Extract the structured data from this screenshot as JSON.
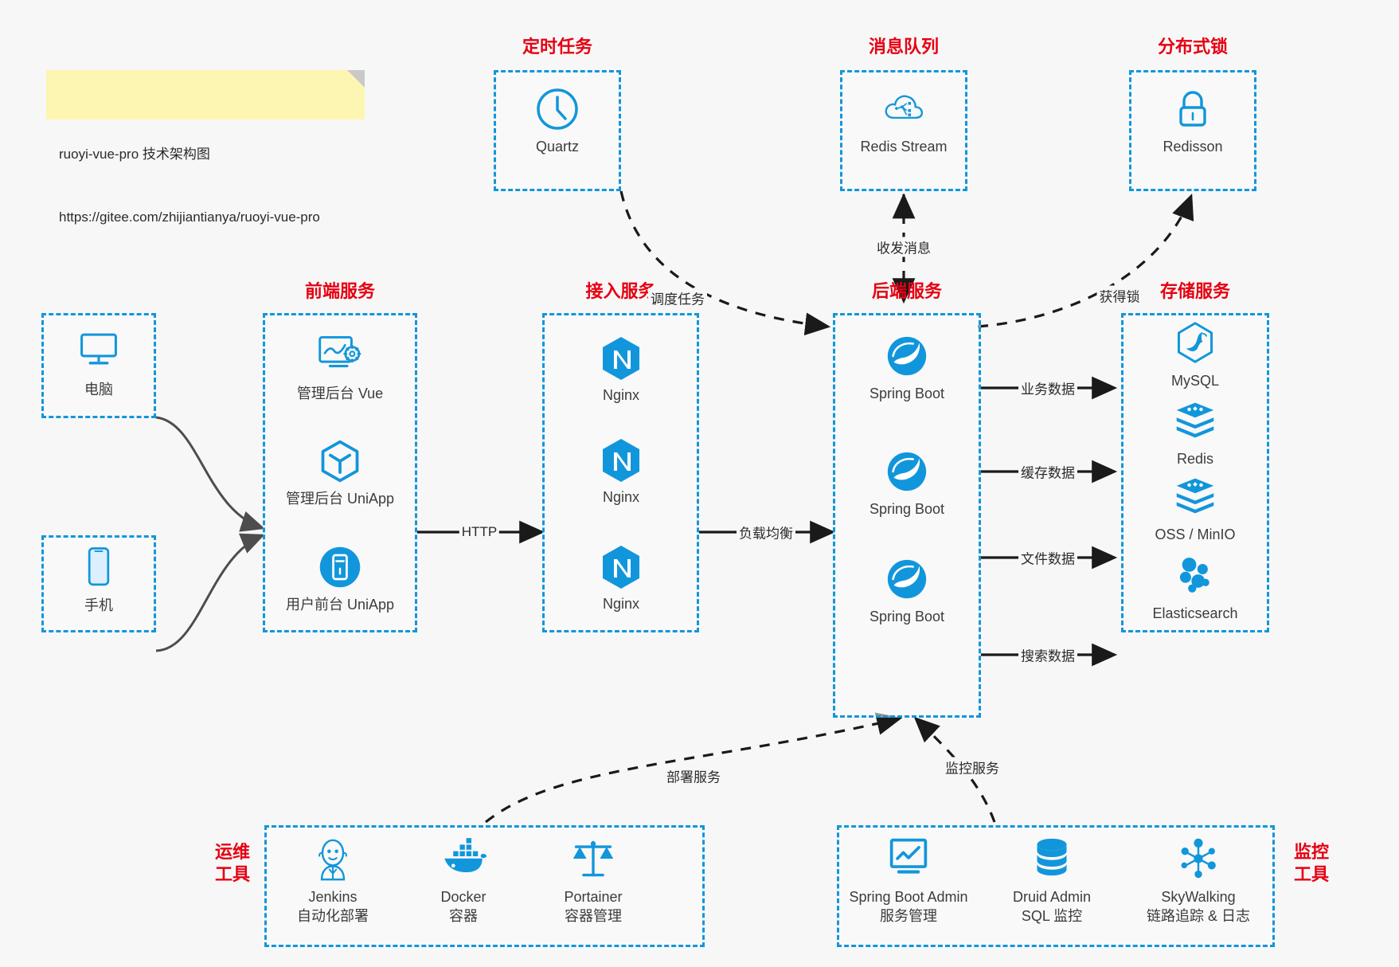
{
  "note": {
    "line1": "ruoyi-vue-pro 技术架构图",
    "line2": "https://gitee.com/zhijiantianya/ruoyi-vue-pro"
  },
  "colors": {
    "accent_blue": "#1296db",
    "group_title_red": "#e60012",
    "background": "#f7f7f7",
    "note_yellow": "#fdf6b2",
    "edge_gray": "#4d4d4d",
    "edge_black": "#1a1a1a"
  },
  "groups": {
    "scheduled_task": {
      "title": "定时任务"
    },
    "message_queue": {
      "title": "消息队列"
    },
    "distributed_lock": {
      "title": "分布式锁"
    },
    "frontend_service": {
      "title": "前端服务"
    },
    "access_service": {
      "title": "接入服务"
    },
    "backend_service": {
      "title": "后端服务"
    },
    "storage_service": {
      "title": "存储服务"
    },
    "devops_tools": {
      "title": "运维\n工具"
    },
    "monitor_tools": {
      "title": "监控\n工具"
    }
  },
  "nodes": {
    "computer": {
      "label": "电脑",
      "icon": "monitor-icon"
    },
    "phone": {
      "label": "手机",
      "icon": "smartphone-icon"
    },
    "quartz": {
      "label": "Quartz",
      "icon": "clock-icon"
    },
    "redis_stream": {
      "label": "Redis Stream",
      "icon": "cloud-stream-icon"
    },
    "redisson": {
      "label": "Redisson",
      "icon": "lock-icon"
    },
    "admin_vue": {
      "label": "管理后台 Vue",
      "icon": "dashboard-gear-icon"
    },
    "admin_uniapp": {
      "label": "管理后台 UniApp",
      "icon": "cube-icon"
    },
    "user_uniapp": {
      "label": "用户前台 UniApp",
      "icon": "mobile-round-icon"
    },
    "nginx1": {
      "label": "Nginx",
      "icon": "nginx-icon"
    },
    "nginx2": {
      "label": "Nginx",
      "icon": "nginx-icon"
    },
    "nginx3": {
      "label": "Nginx",
      "icon": "nginx-icon"
    },
    "springboot1": {
      "label": "Spring Boot",
      "icon": "spring-leaf-icon"
    },
    "springboot2": {
      "label": "Spring Boot",
      "icon": "spring-leaf-icon"
    },
    "springboot3": {
      "label": "Spring Boot",
      "icon": "spring-leaf-icon"
    },
    "mysql": {
      "label": "MySQL",
      "icon": "mysql-dolphin-icon"
    },
    "redis": {
      "label": "Redis",
      "icon": "redis-stack-icon"
    },
    "oss_minio": {
      "label": "OSS / MinIO",
      "icon": "storage-stack-icon"
    },
    "elasticsearch": {
      "label": "Elasticsearch",
      "icon": "elasticsearch-icon"
    },
    "jenkins": {
      "label": "Jenkins",
      "sublabel": "自动化部署",
      "icon": "jenkins-butler-icon"
    },
    "docker": {
      "label": "Docker",
      "sublabel": "容器",
      "icon": "docker-whale-icon"
    },
    "portainer": {
      "label": "Portainer",
      "sublabel": "容器管理",
      "icon": "scales-icon"
    },
    "spring_boot_admin": {
      "label": "Spring Boot Admin",
      "sublabel": "服务管理",
      "icon": "monitor-chart-icon"
    },
    "druid_admin": {
      "label": "Druid Admin",
      "sublabel": "SQL 监控",
      "icon": "database-icon"
    },
    "skywalking": {
      "label": "SkyWalking",
      "sublabel": "链路追踪 & 日志",
      "icon": "network-nodes-icon"
    }
  },
  "edges": [
    {
      "id": "http",
      "label": "HTTP"
    },
    {
      "id": "load-balance",
      "label": "负载均衡"
    },
    {
      "id": "schedule-task",
      "label": "调度任务"
    },
    {
      "id": "send-receive-message",
      "label": "收发消息"
    },
    {
      "id": "acquire-lock",
      "label": "获得锁"
    },
    {
      "id": "business-data",
      "label": "业务数据"
    },
    {
      "id": "cache-data",
      "label": "缓存数据"
    },
    {
      "id": "file-data",
      "label": "文件数据"
    },
    {
      "id": "search-data",
      "label": "搜索数据"
    },
    {
      "id": "deploy-service",
      "label": "部署服务"
    },
    {
      "id": "monitor-service",
      "label": "监控服务"
    }
  ]
}
